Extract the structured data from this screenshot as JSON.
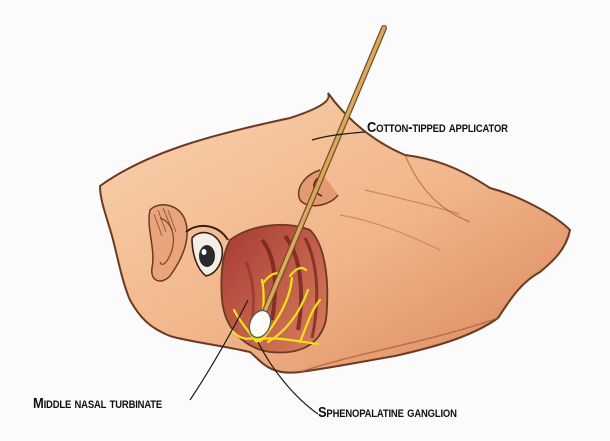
{
  "labels": {
    "applicator": "Cotton-tipped applicator",
    "turbinate": "Middle nasal turbinate",
    "ganglion": "Sphenopalatine ganglion"
  },
  "colors": {
    "skin_light": "#f6c79f",
    "skin_mid": "#eea77c",
    "skin_dark": "#c96a43",
    "outline": "#6b3a22",
    "cavity": "#b5483a",
    "cavity_dark": "#8e2d2a",
    "nerve": "#f4e01a",
    "applicator_stick": "#d1a35c",
    "cotton": "#fbfbf4"
  },
  "icons": [
    "head-profile-illustration",
    "eye-icon",
    "ear-icon",
    "cotton-swab-icon",
    "nerve-ganglion-icon"
  ]
}
